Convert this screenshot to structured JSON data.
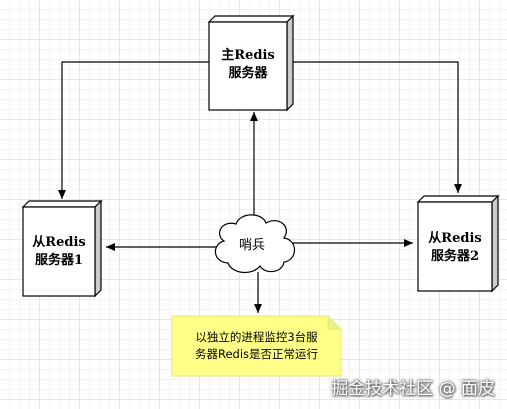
{
  "diagram": {
    "master": {
      "line1": "主Redis",
      "line2": "服务器"
    },
    "slave1": {
      "line1": "从Redis",
      "line2": "服务器1"
    },
    "slave2": {
      "line1": "从Redis",
      "line2": "服务器2"
    },
    "sentinel": {
      "label": "哨兵"
    },
    "note": {
      "line1": "以独立的进程监控3台服",
      "line2": "务器Redis是否正常运行"
    }
  },
  "watermark": "掘金技术社区 @ 面皮",
  "colors": {
    "box_fill": "#ffffff",
    "box_side": "#cccccc",
    "stroke": "#000000",
    "note_fill": "#ffff88",
    "grid": "#e6e6e6"
  }
}
